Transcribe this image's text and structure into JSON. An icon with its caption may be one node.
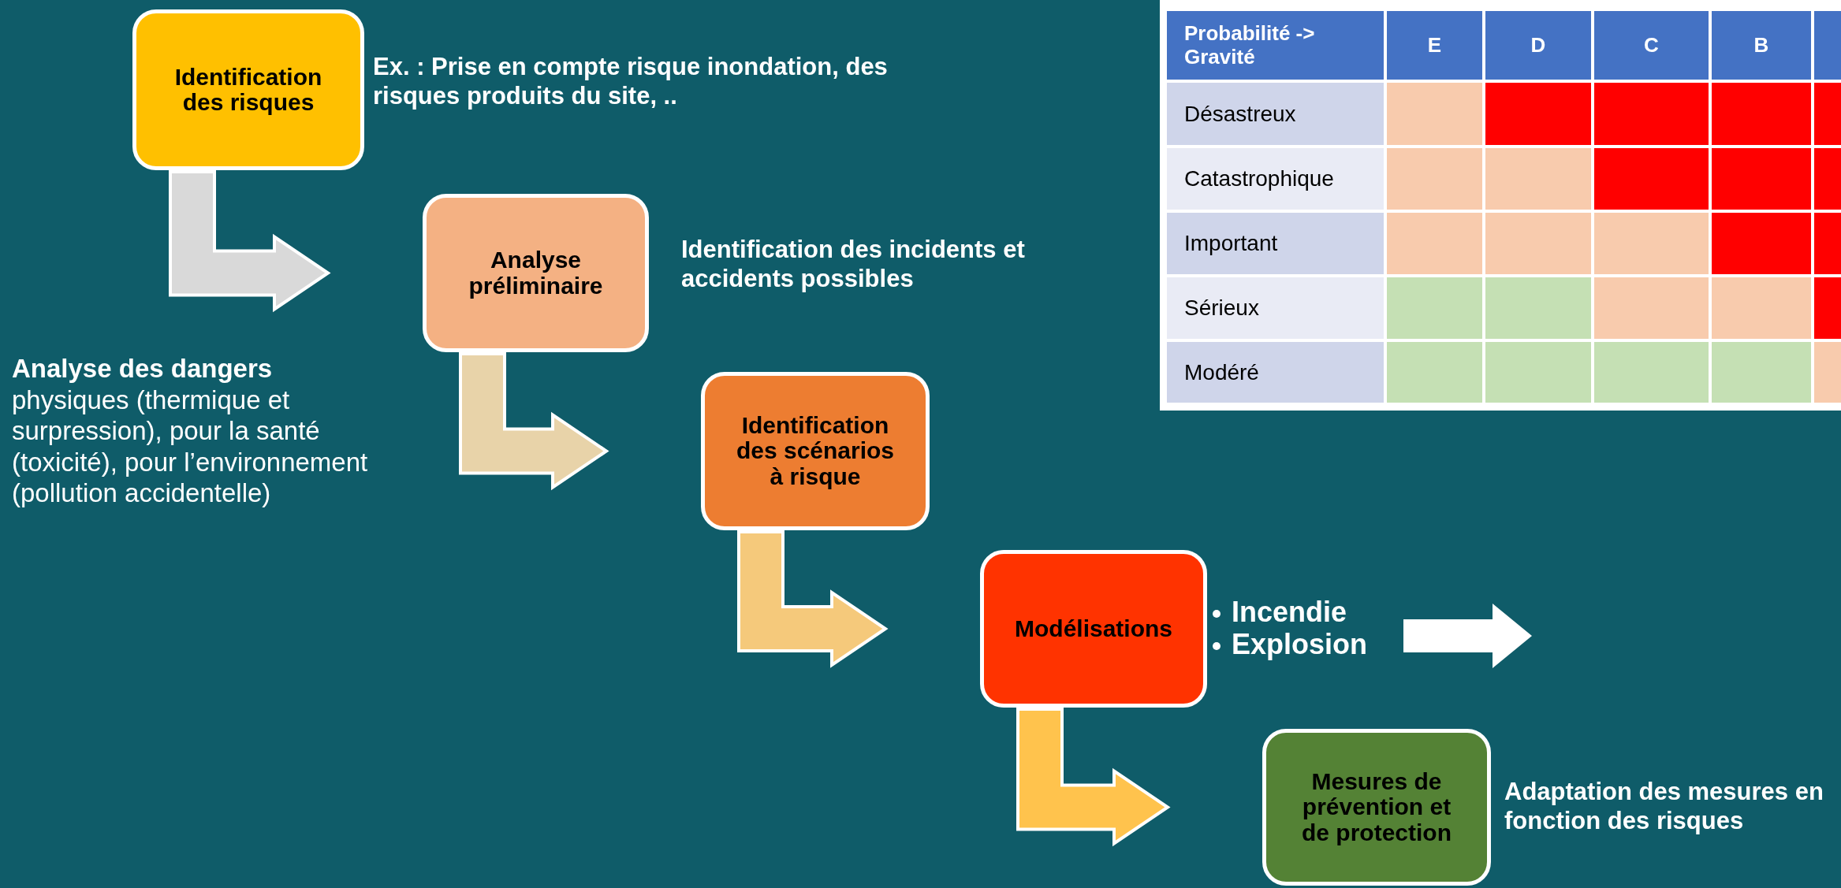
{
  "diagram": {
    "nodes": [
      {
        "text": [
          "Identification des risques"
        ],
        "beside": [
          "Ex. : Prise en compte risque inondation, des risques produits du site, .."
        ]
      },
      {
        "text": [
          "Analyse préliminaire"
        ],
        "beside": [
          "Identification des incidents et accidents possibles"
        ]
      },
      {
        "text": [
          "Identification des scénarios à risque"
        ]
      },
      {
        "text": [
          "Modélisations"
        ]
      },
      {
        "text": [
          "Incendie",
          "Explosion"
        ]
      },
      {
        "text": [
          "Mesures de prévention et de protection"
        ],
        "beside": [
          "Adaptation des mesures en fonction des risques"
        ]
      }
    ],
    "edges": [
      {
        "from": 0,
        "to": 1,
        "arrow": "to",
        "style": "thick",
        "color": "#d9d9d9"
      },
      {
        "from": 1,
        "to": 2,
        "arrow": "to",
        "style": "thick",
        "color": "#e8d3a9"
      },
      {
        "from": 2,
        "to": 3,
        "arrow": "to",
        "style": "thick",
        "color": "#f5c97b"
      },
      {
        "from": 3,
        "to": 5,
        "arrow": "to",
        "style": "thick",
        "color": "#ffc34d"
      },
      {
        "from": 4,
        "to": null,
        "arrow": "to",
        "style": "thick",
        "color": "#ffffff"
      }
    ],
    "labels": [
      "Probabilité -> Gravité",
      "E",
      "D",
      "C",
      "B",
      "Désastreux",
      "Catastrophique",
      "Important",
      "Sérieux",
      "Modéré",
      "**Analyse des dangers** physiques (thermique et surpression), pour la santé (toxicité), pour l’environnement (pollution accidentelle)"
    ]
  }
}
